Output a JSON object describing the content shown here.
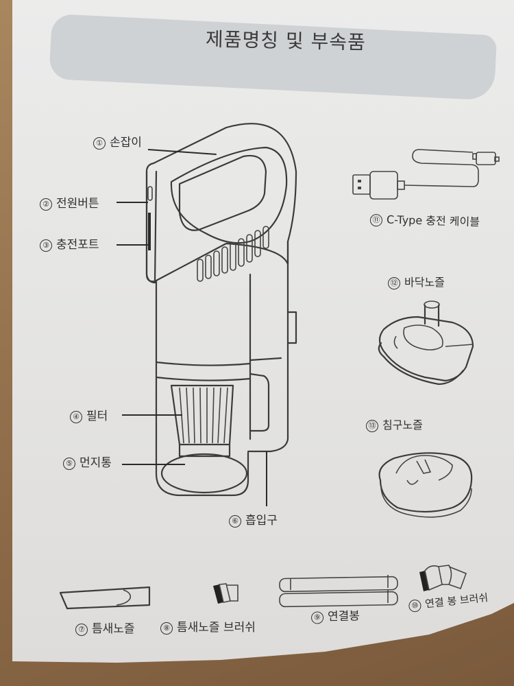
{
  "page": {
    "title": "제품명칭 및 부속품"
  },
  "main_unit_parts": [
    {
      "number": "①",
      "name": "손잡이"
    },
    {
      "number": "②",
      "name": "전원버튼"
    },
    {
      "number": "③",
      "name": "충전포트"
    },
    {
      "number": "④",
      "name": "필터"
    },
    {
      "number": "⑤",
      "name": "먼지통"
    },
    {
      "number": "⑥",
      "name": "흡입구"
    }
  ],
  "accessories": [
    {
      "number": "⑦",
      "name": "틈새노즐"
    },
    {
      "number": "⑧",
      "name": "틈새노즐 브러쉬"
    },
    {
      "number": "⑨",
      "name": "연결봉"
    },
    {
      "number": "⑩",
      "name": "연결 봉 브러쉬"
    },
    {
      "number": "⑪",
      "name": "C-Type 충전 케이블"
    },
    {
      "number": "⑫",
      "name": "바닥노즐"
    },
    {
      "number": "⑬",
      "name": "침구노즐"
    }
  ],
  "icons": {
    "vacuum": "handheld-vacuum-illustration",
    "cable": "usb-c-cable-illustration",
    "floor_nozzle": "floor-nozzle-illustration",
    "bed_nozzle": "bedding-nozzle-illustration",
    "crevice_nozzle": "crevice-nozzle-illustration",
    "crevice_brush": "crevice-brush-illustration",
    "extension_rods": "extension-rod-illustration",
    "rod_brush": "rod-brush-illustration"
  }
}
